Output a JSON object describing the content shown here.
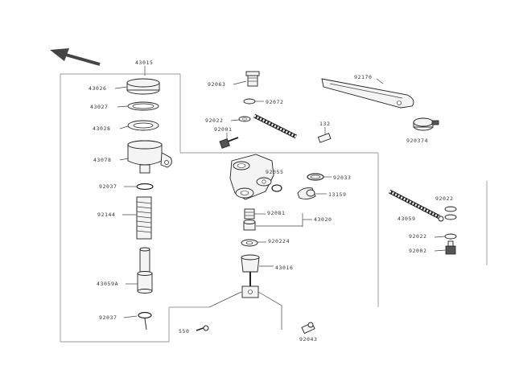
{
  "diagram": {
    "labels": {
      "l43015": "43015",
      "l43026": "43026",
      "l43027": "43027",
      "l43028": "43028",
      "l43078": "43078",
      "l92037a": "92037",
      "l92144": "92144",
      "l43059a": "43059A",
      "l92037b": "92037",
      "l550": "550",
      "l92063": "92063",
      "l92072": "92072",
      "l92022": "92022",
      "l92001": "92001",
      "l132": "132",
      "l92055": "92055",
      "l92033": "92033",
      "l13159": "13159",
      "l92081": "92081",
      "l43020": "43020",
      "l920224": "920224",
      "l43016": "43016",
      "l92043": "92043",
      "l92170": "92170",
      "l920374": "920374",
      "l43059": "43059",
      "l92022b": "92022",
      "l92022c": "92022",
      "l92002": "92002"
    }
  }
}
